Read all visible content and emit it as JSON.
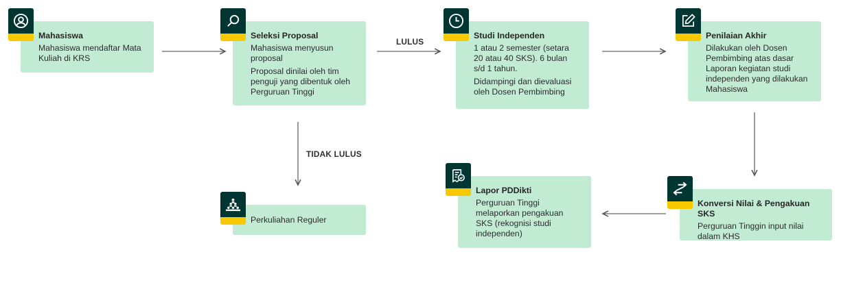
{
  "steps": [
    {
      "id": "mahasiswa",
      "icon": "user-circle-icon",
      "title": "Mahasiswa",
      "paragraphs": [
        "Mahasiswa mendaftar Mata Kuliah di KRS"
      ]
    },
    {
      "id": "seleksi-proposal",
      "icon": "search-icon",
      "title": "Seleksi Proposal",
      "paragraphs": [
        "Mahasiswa menyusun proposal",
        "Proposal dinilai oleh tim penguji yang dibentuk oleh Perguruan Tinggi"
      ]
    },
    {
      "id": "studi-independen",
      "icon": "clock-icon",
      "title": "Studi Independen",
      "paragraphs": [
        "1 atau 2 semester (setara 20 atau 40 SKS). 6 bulan s/d 1 tahun.",
        "Didampingi dan dievaluasi oleh Dosen Pembimbing"
      ]
    },
    {
      "id": "penilaian-akhir",
      "icon": "edit-icon",
      "title": "Penilaian Akhir",
      "paragraphs": [
        "Dilakukan oleh Dosen Pembimbing atas dasar Laporan kegiatan studi independen yang dilakukan Mahasiswa"
      ]
    },
    {
      "id": "perkuliahan-reguler",
      "icon": "group-pyramid-icon",
      "title": "",
      "paragraphs": [
        "Perkuliahan Reguler"
      ]
    },
    {
      "id": "lapor-pddikti",
      "icon": "report-check-icon",
      "title": "Lapor PDDikti",
      "paragraphs": [
        "Perguruan Tinggi melaporkan pengakuan SKS (rekognisi studi independen)"
      ]
    },
    {
      "id": "konversi-nilai",
      "icon": "exchange-icon",
      "title": "Konversi Nilai & Pengakuan SKS",
      "paragraphs": [
        "Perguruan Tinggin input nilai dalam KHS"
      ]
    }
  ],
  "labels": {
    "lulus": "LULUS",
    "tidak_lulus": "TIDAK LULUS"
  },
  "colors": {
    "card": "#c2ebd4",
    "badge": "#003631",
    "badge_accent": "#f9c900",
    "arrow": "#555555"
  }
}
